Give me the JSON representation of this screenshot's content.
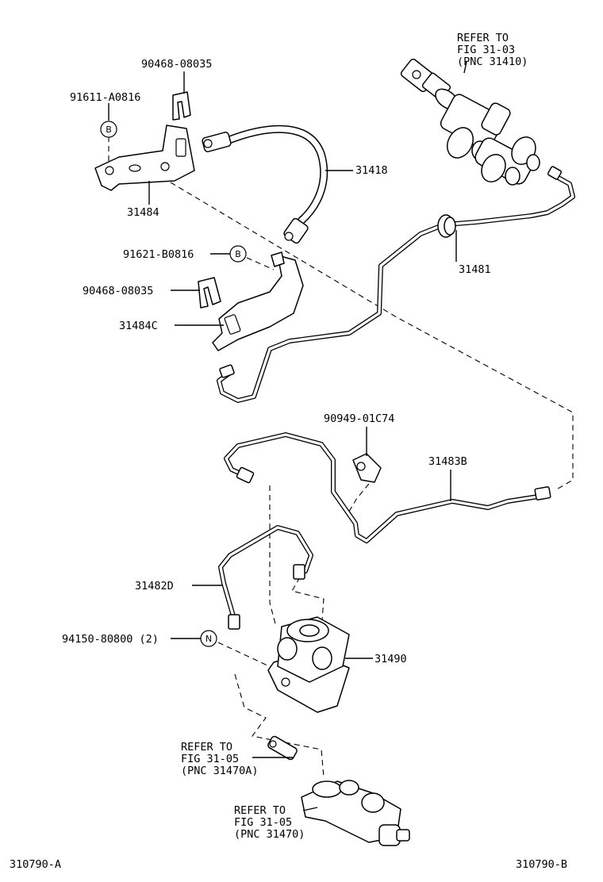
{
  "labels": {
    "refer_master_1": "REFER TO",
    "refer_master_2": "FIG 31-03",
    "refer_master_3": "(PNC 31410)",
    "clip_top": "90468-08035",
    "bolt_top": "91611-A0816",
    "hose": "31418",
    "bracket_top": "31484",
    "tube_top": "31481",
    "bolt_mid": "91621-B0816",
    "clip_mid": "90468-08035",
    "bracket_mid": "31484C",
    "clamp": "90949-01C74",
    "tube_mid": "31483B",
    "tube_low": "31482D",
    "nut": "94150-80800 (2)",
    "damper": "31490",
    "refer_hose_1": "REFER TO",
    "refer_hose_2": "FIG 31-05",
    "refer_hose_3": "(PNC 31470A)",
    "refer_release_1": "REFER TO",
    "refer_release_2": "FIG 31-05",
    "refer_release_3": "(PNC 31470)",
    "code_left": "310790-A",
    "code_right": "310790-B"
  },
  "callouts": {
    "b_top": "B",
    "b_mid": "B",
    "n": "N"
  }
}
